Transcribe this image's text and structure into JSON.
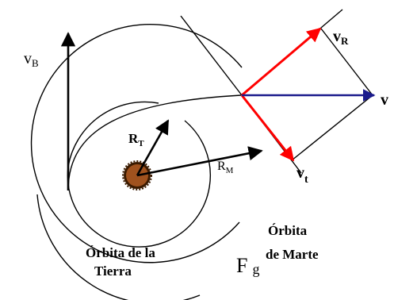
{
  "labels": {
    "v_b": {
      "main": "v",
      "sub": "B"
    },
    "v_r": {
      "main": "v",
      "sub": "R"
    },
    "v": "v",
    "v_t": {
      "main": "v",
      "sub": "t"
    },
    "r_t": {
      "main": "R",
      "sub": "T"
    },
    "r_m": {
      "main": "R",
      "sub": "M"
    },
    "orbita_tierra": {
      "line1": "Órbita de la",
      "line2": "Tierra"
    },
    "orbita_marte": {
      "line1": "Órbita",
      "line2": "de Marte"
    },
    "fig_fragment": {
      "main": "F",
      "trail": "g"
    }
  },
  "colors": {
    "red_arrow": "#ff0000",
    "blue_arrow": "#1a1a8c",
    "black": "#000000",
    "sun_fill": "#a0521e",
    "sun_edge": "#3a1a00"
  }
}
